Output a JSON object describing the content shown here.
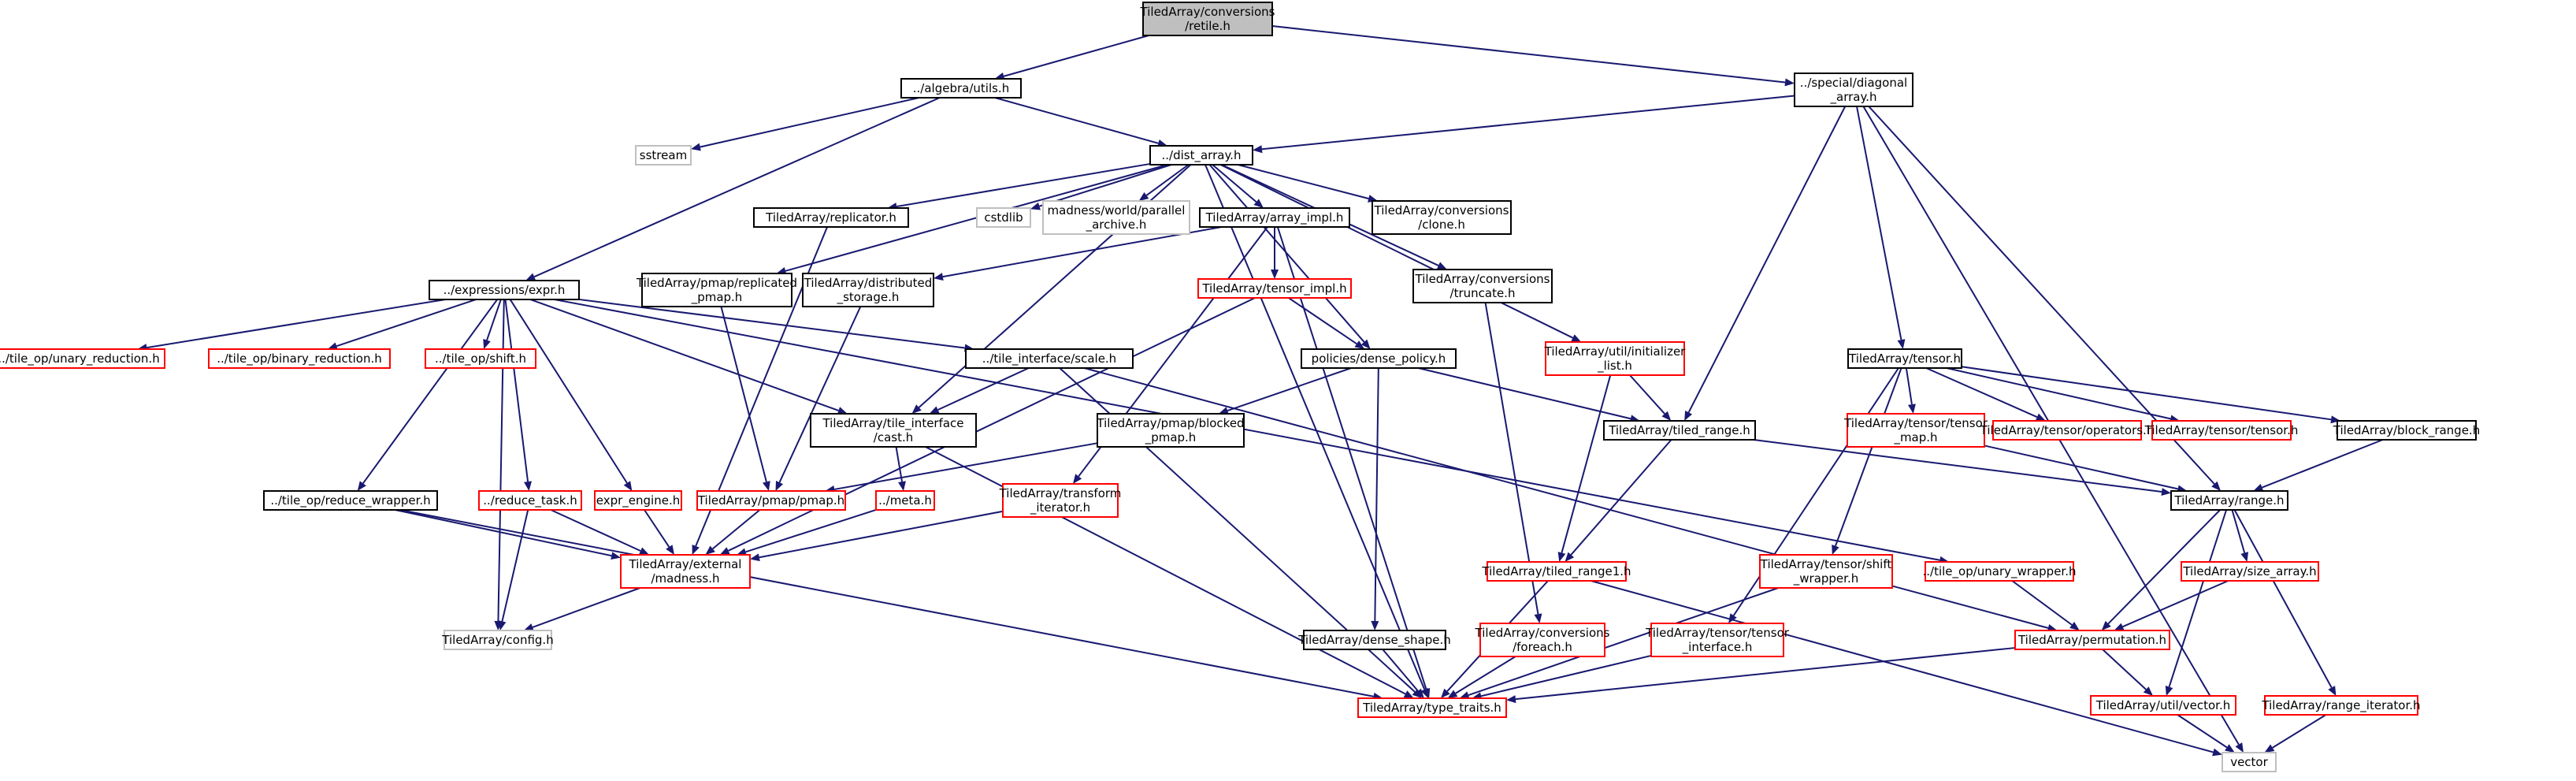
{
  "graph": {
    "colors": {
      "edge": "#191970",
      "root_fill": "#bfbfbf",
      "black_border": "#000000",
      "red_border": "#ff0000",
      "gray_border": "#bfbfbf"
    },
    "nodes": [
      {
        "id": "retile",
        "lines": [
          "TiledArray/conversions",
          "/retile.h"
        ],
        "style": "root"
      },
      {
        "id": "algebra_utils",
        "lines": [
          "../algebra/utils.h"
        ],
        "style": "black"
      },
      {
        "id": "diagonal_array",
        "lines": [
          "../special/diagonal",
          "_array.h"
        ],
        "style": "black"
      },
      {
        "id": "sstream",
        "lines": [
          "sstream"
        ],
        "style": "gray"
      },
      {
        "id": "dist_array",
        "lines": [
          "../dist_array.h"
        ],
        "style": "black"
      },
      {
        "id": "replicator",
        "lines": [
          "TiledArray/replicator.h"
        ],
        "style": "black"
      },
      {
        "id": "cstdlib",
        "lines": [
          "cstdlib"
        ],
        "style": "gray"
      },
      {
        "id": "parallel_archive",
        "lines": [
          "madness/world/parallel",
          "_archive.h"
        ],
        "style": "gray"
      },
      {
        "id": "array_impl",
        "lines": [
          "TiledArray/array_impl.h"
        ],
        "style": "black"
      },
      {
        "id": "clone",
        "lines": [
          "TiledArray/conversions",
          "/clone.h"
        ],
        "style": "black"
      },
      {
        "id": "expr",
        "lines": [
          "../expressions/expr.h"
        ],
        "style": "black"
      },
      {
        "id": "replicated_pmap",
        "lines": [
          "TiledArray/pmap/replicated",
          "_pmap.h"
        ],
        "style": "black"
      },
      {
        "id": "distributed_storage",
        "lines": [
          "TiledArray/distributed",
          "_storage.h"
        ],
        "style": "black"
      },
      {
        "id": "tensor_impl",
        "lines": [
          "TiledArray/tensor_impl.h"
        ],
        "style": "red"
      },
      {
        "id": "truncate",
        "lines": [
          "TiledArray/conversions",
          "/truncate.h"
        ],
        "style": "black"
      },
      {
        "id": "unary_reduction",
        "lines": [
          "../tile_op/unary_reduction.h"
        ],
        "style": "red"
      },
      {
        "id": "binary_reduction",
        "lines": [
          "../tile_op/binary_reduction.h"
        ],
        "style": "red"
      },
      {
        "id": "shift",
        "lines": [
          "../tile_op/shift.h"
        ],
        "style": "red"
      },
      {
        "id": "scale",
        "lines": [
          "../tile_interface/scale.h"
        ],
        "style": "black"
      },
      {
        "id": "dense_policy",
        "lines": [
          "policies/dense_policy.h"
        ],
        "style": "black"
      },
      {
        "id": "initializer_list",
        "lines": [
          "TiledArray/util/initializer",
          "_list.h"
        ],
        "style": "red"
      },
      {
        "id": "tensor",
        "lines": [
          "TiledArray/tensor.h"
        ],
        "style": "black"
      },
      {
        "id": "cast",
        "lines": [
          "TiledArray/tile_interface",
          "/cast.h"
        ],
        "style": "black"
      },
      {
        "id": "blocked_pmap",
        "lines": [
          "TiledArray/pmap/blocked",
          "_pmap.h"
        ],
        "style": "black"
      },
      {
        "id": "tiled_range",
        "lines": [
          "TiledArray/tiled_range.h"
        ],
        "style": "black"
      },
      {
        "id": "tensor_map",
        "lines": [
          "TiledArray/tensor/tensor",
          "_map.h"
        ],
        "style": "red"
      },
      {
        "id": "tensor_operators",
        "lines": [
          "TiledArray/tensor/operators.h"
        ],
        "style": "red"
      },
      {
        "id": "tensor_tensor",
        "lines": [
          "TiledArray/tensor/tensor.h"
        ],
        "style": "red"
      },
      {
        "id": "block_range",
        "lines": [
          "TiledArray/block_range.h"
        ],
        "style": "black"
      },
      {
        "id": "reduce_wrapper",
        "lines": [
          "../tile_op/reduce_wrapper.h"
        ],
        "style": "black"
      },
      {
        "id": "reduce_task",
        "lines": [
          "../reduce_task.h"
        ],
        "style": "red"
      },
      {
        "id": "expr_engine",
        "lines": [
          "expr_engine.h"
        ],
        "style": "red"
      },
      {
        "id": "pmap",
        "lines": [
          "TiledArray/pmap/pmap.h"
        ],
        "style": "red"
      },
      {
        "id": "meta",
        "lines": [
          "../meta.h"
        ],
        "style": "red"
      },
      {
        "id": "transform_iterator",
        "lines": [
          "TiledArray/transform",
          "_iterator.h"
        ],
        "style": "red"
      },
      {
        "id": "range",
        "lines": [
          "TiledArray/range.h"
        ],
        "style": "black"
      },
      {
        "id": "madness",
        "lines": [
          "TiledArray/external",
          "/madness.h"
        ],
        "style": "red"
      },
      {
        "id": "tiled_range1",
        "lines": [
          "TiledArray/tiled_range1.h"
        ],
        "style": "red"
      },
      {
        "id": "shift_wrapper",
        "lines": [
          "TiledArray/tensor/shift",
          "_wrapper.h"
        ],
        "style": "red"
      },
      {
        "id": "unary_wrapper",
        "lines": [
          "../tile_op/unary_wrapper.h"
        ],
        "style": "red"
      },
      {
        "id": "size_array",
        "lines": [
          "TiledArray/size_array.h"
        ],
        "style": "red"
      },
      {
        "id": "config",
        "lines": [
          "TiledArray/config.h"
        ],
        "style": "gray"
      },
      {
        "id": "dense_shape",
        "lines": [
          "TiledArray/dense_shape.h"
        ],
        "style": "black"
      },
      {
        "id": "foreach",
        "lines": [
          "TiledArray/conversions",
          "/foreach.h"
        ],
        "style": "red"
      },
      {
        "id": "tensor_interface",
        "lines": [
          "TiledArray/tensor/tensor",
          "_interface.h"
        ],
        "style": "red"
      },
      {
        "id": "permutation",
        "lines": [
          "TiledArray/permutation.h"
        ],
        "style": "red"
      },
      {
        "id": "util_vector",
        "lines": [
          "TiledArray/util/vector.h"
        ],
        "style": "red"
      },
      {
        "id": "range_iterator",
        "lines": [
          "TiledArray/range_iterator.h"
        ],
        "style": "red"
      },
      {
        "id": "type_traits",
        "lines": [
          "TiledArray/type_traits.h"
        ],
        "style": "red"
      },
      {
        "id": "vector",
        "lines": [
          "vector"
        ],
        "style": "gray"
      }
    ],
    "edges": [
      [
        "retile",
        "algebra_utils"
      ],
      [
        "retile",
        "diagonal_array"
      ],
      [
        "algebra_utils",
        "sstream"
      ],
      [
        "algebra_utils",
        "dist_array"
      ],
      [
        "algebra_utils",
        "expr"
      ],
      [
        "diagonal_array",
        "dist_array"
      ],
      [
        "diagonal_array",
        "tensor"
      ],
      [
        "diagonal_array",
        "tiled_range"
      ],
      [
        "diagonal_array",
        "range"
      ],
      [
        "diagonal_array",
        "vector"
      ],
      [
        "dist_array",
        "replicator"
      ],
      [
        "dist_array",
        "cstdlib"
      ],
      [
        "dist_array",
        "parallel_archive"
      ],
      [
        "dist_array",
        "array_impl"
      ],
      [
        "dist_array",
        "clone"
      ],
      [
        "dist_array",
        "replicated_pmap"
      ],
      [
        "dist_array",
        "truncate"
      ],
      [
        "dist_array",
        "dense_policy"
      ],
      [
        "dist_array",
        "initializer_list"
      ],
      [
        "dist_array",
        "cast"
      ],
      [
        "dist_array",
        "type_traits"
      ],
      [
        "replicator",
        "madness"
      ],
      [
        "array_impl",
        "distributed_storage"
      ],
      [
        "array_impl",
        "tensor_impl"
      ],
      [
        "array_impl",
        "transform_iterator"
      ],
      [
        "array_impl",
        "type_traits"
      ],
      [
        "expr",
        "unary_reduction"
      ],
      [
        "expr",
        "binary_reduction"
      ],
      [
        "expr",
        "shift"
      ],
      [
        "expr",
        "scale"
      ],
      [
        "expr",
        "cast"
      ],
      [
        "expr",
        "reduce_wrapper"
      ],
      [
        "expr",
        "reduce_task"
      ],
      [
        "expr",
        "expr_engine"
      ],
      [
        "expr",
        "config"
      ],
      [
        "expr",
        "unary_wrapper"
      ],
      [
        "replicated_pmap",
        "pmap"
      ],
      [
        "distributed_storage",
        "pmap"
      ],
      [
        "tensor_impl",
        "dense_policy"
      ],
      [
        "tensor_impl",
        "madness"
      ],
      [
        "truncate",
        "foreach"
      ],
      [
        "scale",
        "cast"
      ],
      [
        "scale",
        "type_traits"
      ],
      [
        "scale",
        "permutation"
      ],
      [
        "dense_policy",
        "blocked_pmap"
      ],
      [
        "dense_policy",
        "tiled_range"
      ],
      [
        "dense_policy",
        "dense_shape"
      ],
      [
        "initializer_list",
        "tiled_range"
      ],
      [
        "initializer_list",
        "tiled_range1"
      ],
      [
        "tensor",
        "tensor_map"
      ],
      [
        "tensor",
        "tensor_operators"
      ],
      [
        "tensor",
        "tensor_tensor"
      ],
      [
        "tensor",
        "block_range"
      ],
      [
        "tensor",
        "shift_wrapper"
      ],
      [
        "tensor",
        "tensor_interface"
      ],
      [
        "cast",
        "meta"
      ],
      [
        "cast",
        "type_traits"
      ],
      [
        "blocked_pmap",
        "pmap"
      ],
      [
        "tiled_range",
        "range"
      ],
      [
        "tiled_range",
        "tiled_range1"
      ],
      [
        "tensor_map",
        "range"
      ],
      [
        "block_range",
        "range"
      ],
      [
        "reduce_wrapper",
        "madness"
      ],
      [
        "reduce_wrapper",
        "type_traits"
      ],
      [
        "reduce_task",
        "madness"
      ],
      [
        "reduce_task",
        "config"
      ],
      [
        "expr_engine",
        "madness"
      ],
      [
        "pmap",
        "madness"
      ],
      [
        "meta",
        "madness"
      ],
      [
        "transform_iterator",
        "madness"
      ],
      [
        "range",
        "size_array"
      ],
      [
        "range",
        "permutation"
      ],
      [
        "range",
        "util_vector"
      ],
      [
        "range",
        "range_iterator"
      ],
      [
        "madness",
        "config"
      ],
      [
        "tiled_range1",
        "type_traits"
      ],
      [
        "tiled_range1",
        "vector"
      ],
      [
        "shift_wrapper",
        "type_traits"
      ],
      [
        "unary_wrapper",
        "permutation"
      ],
      [
        "size_array",
        "permutation"
      ],
      [
        "dense_shape",
        "type_traits"
      ],
      [
        "foreach",
        "type_traits"
      ],
      [
        "tensor_interface",
        "type_traits"
      ],
      [
        "permutation",
        "type_traits"
      ],
      [
        "permutation",
        "util_vector"
      ],
      [
        "util_vector",
        "vector"
      ],
      [
        "range_iterator",
        "vector"
      ]
    ]
  }
}
